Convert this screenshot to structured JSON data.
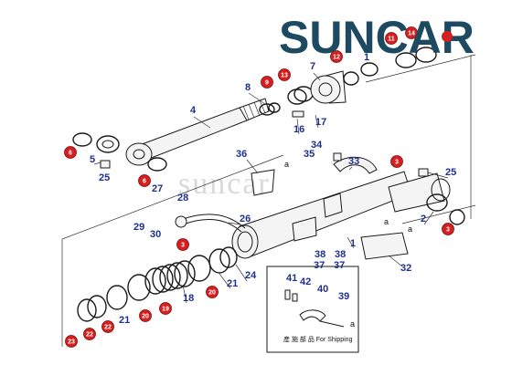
{
  "brand": {
    "logo_text": "SUNCAR",
    "watermark": "suncar",
    "primary_color": "#1d4a60",
    "accent_color": "#d42020"
  },
  "diagram": {
    "caption": "産 施 部 品\nFor Shipping",
    "labels": [
      {
        "id": "l1",
        "text": "1"
      },
      {
        "id": "l2",
        "text": "2"
      },
      {
        "id": "l4",
        "text": "4"
      },
      {
        "id": "l5",
        "text": "5"
      },
      {
        "id": "l7",
        "text": "7"
      },
      {
        "id": "l8",
        "text": "8"
      },
      {
        "id": "l16",
        "text": "16"
      },
      {
        "id": "l17",
        "text": "17"
      },
      {
        "id": "l18",
        "text": "18"
      },
      {
        "id": "l21a",
        "text": "21"
      },
      {
        "id": "l21b",
        "text": "21"
      },
      {
        "id": "l24",
        "text": "24"
      },
      {
        "id": "l25a",
        "text": "25"
      },
      {
        "id": "l25b",
        "text": "25"
      },
      {
        "id": "l26",
        "text": "26"
      },
      {
        "id": "l27",
        "text": "27"
      },
      {
        "id": "l28",
        "text": "28"
      },
      {
        "id": "l29",
        "text": "29"
      },
      {
        "id": "l30",
        "text": "30"
      },
      {
        "id": "l32",
        "text": "32"
      },
      {
        "id": "l33",
        "text": "33"
      },
      {
        "id": "l34",
        "text": "34"
      },
      {
        "id": "l35",
        "text": "35"
      },
      {
        "id": "l36",
        "text": "36"
      },
      {
        "id": "l37a",
        "text": "37"
      },
      {
        "id": "l37b",
        "text": "37"
      },
      {
        "id": "l38a",
        "text": "38"
      },
      {
        "id": "l38b",
        "text": "38"
      },
      {
        "id": "l39",
        "text": "39"
      },
      {
        "id": "l40",
        "text": "40"
      },
      {
        "id": "l41",
        "text": "41"
      },
      {
        "id": "l42",
        "text": "42"
      },
      {
        "id": "l1b",
        "text": "1"
      },
      {
        "id": "la1",
        "text": "a"
      },
      {
        "id": "la2",
        "text": "a"
      },
      {
        "id": "la3",
        "text": "a"
      },
      {
        "id": "la4",
        "text": "a"
      }
    ],
    "badges": [
      {
        "id": "b3a",
        "text": "3"
      },
      {
        "id": "b3b",
        "text": "3"
      },
      {
        "id": "b3c",
        "text": "3"
      },
      {
        "id": "b6a",
        "text": "6"
      },
      {
        "id": "b6b",
        "text": "6"
      },
      {
        "id": "b9",
        "text": "9"
      },
      {
        "id": "b11",
        "text": "11"
      },
      {
        "id": "b12",
        "text": "12"
      },
      {
        "id": "b13",
        "text": "13"
      },
      {
        "id": "b14",
        "text": "14"
      },
      {
        "id": "b19",
        "text": "19"
      },
      {
        "id": "b20a",
        "text": "20"
      },
      {
        "id": "b20b",
        "text": "20"
      },
      {
        "id": "b22a",
        "text": "22"
      },
      {
        "id": "b22b",
        "text": "22"
      },
      {
        "id": "b23",
        "text": "23"
      }
    ]
  }
}
